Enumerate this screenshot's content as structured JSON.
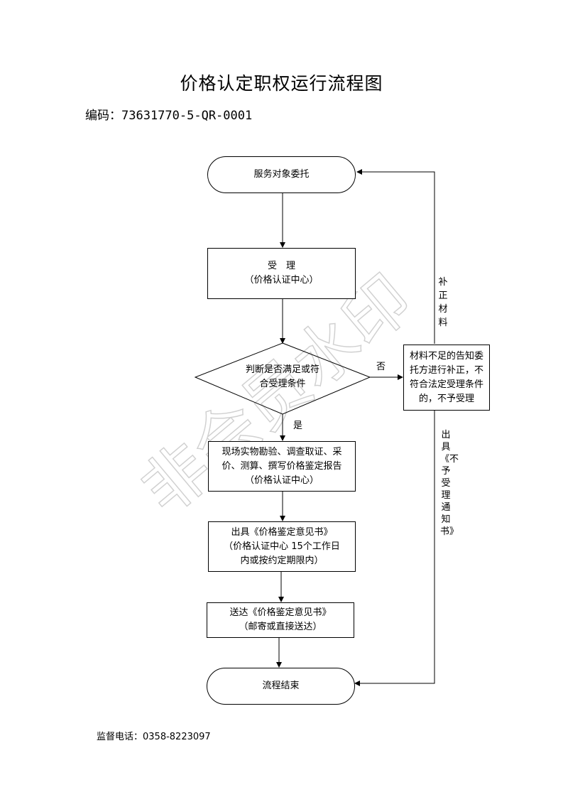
{
  "title": "价格认定职权运行流程图",
  "code": {
    "label": "编码：",
    "value": "73631770-5-QR-0001"
  },
  "nodes": {
    "start": {
      "text": "服务对象委托"
    },
    "accept": {
      "line1": "受　理",
      "line2": "（价格认证中心）"
    },
    "decision": {
      "line1": "判断是否满足或符",
      "line2": "合受理条件"
    },
    "survey": {
      "line1": "现场实物勘验、调查取证、采",
      "line2": "价、测算、撰写价格鉴定报告",
      "line3": "（价格认证中心）"
    },
    "issue": {
      "line1": "出具《价格鉴定意见书》",
      "line2": "（价格认证中心  15个工作日",
      "line3": "内或按约定期限内）"
    },
    "deliver": {
      "line1": "送达《价格鉴定意见书》",
      "line2": "（邮寄或直接送达）"
    },
    "end": {
      "text": "流程结束"
    },
    "reject": {
      "line1": "材料不足的告知委",
      "line2": "托方进行补正，不",
      "line3": "符合法定受理条件",
      "line4": "的，不予受理"
    }
  },
  "labels": {
    "yes": "是",
    "no": "否",
    "supplement": "补正材料",
    "notice": "出具《不予受理通知书》"
  },
  "watermark": "非会员水印",
  "footer": "监督电话：0358-8223097"
}
